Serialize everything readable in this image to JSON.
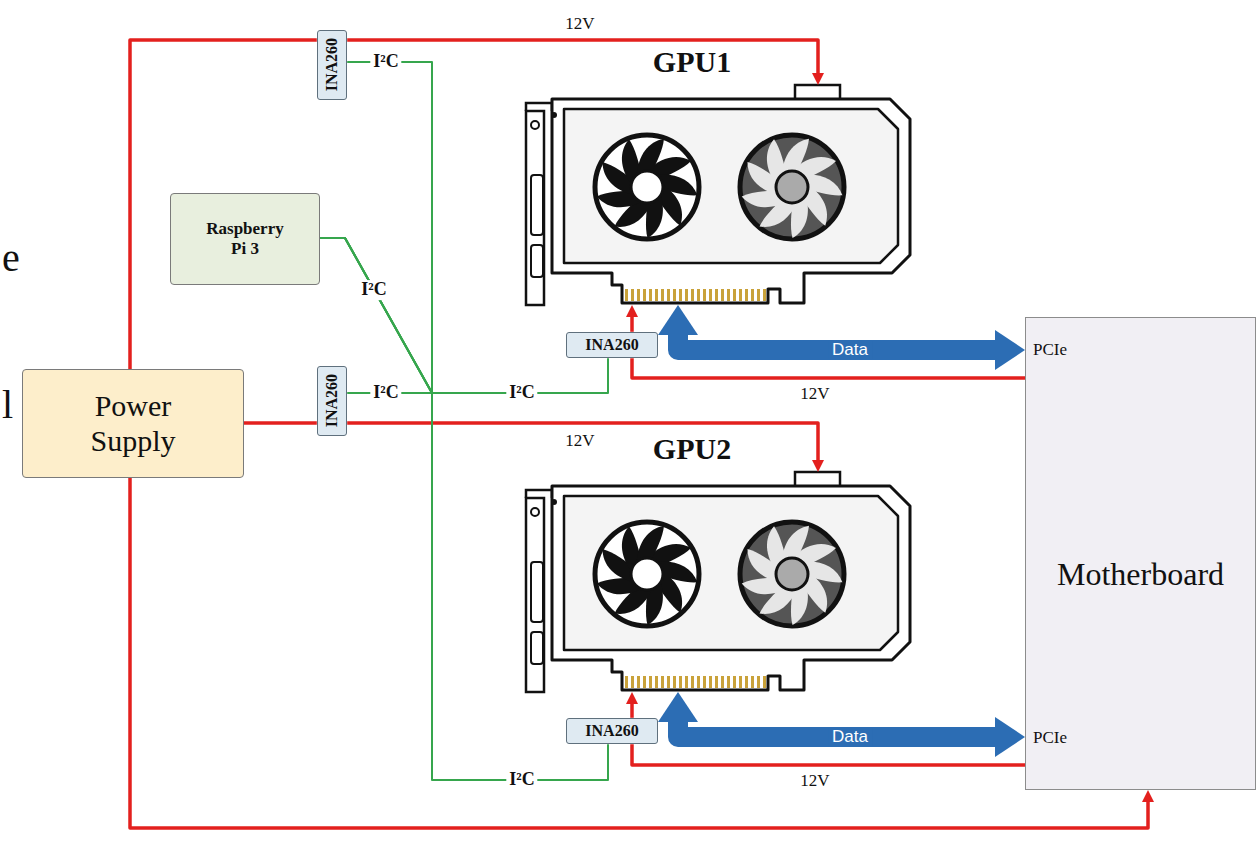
{
  "diagram": {
    "nodes": [
      {
        "text": [
          "Power Supply"
        ]
      },
      {
        "text": [
          "Raspberry Pi 3"
        ]
      },
      {
        "text": [
          "INA260"
        ]
      },
      {
        "text": [
          "GPU1"
        ]
      },
      {
        "text": [
          "INA260"
        ]
      },
      {
        "text": [
          "INA260"
        ]
      },
      {
        "text": [
          "GPU2"
        ]
      },
      {
        "text": [
          "INA260"
        ]
      },
      {
        "text": [
          "PCIe",
          "Motherboard",
          "PCIe"
        ]
      }
    ],
    "edges": [
      {
        "from": 0,
        "to": 2,
        "arrow": "none"
      },
      {
        "from": 2,
        "to": 3,
        "label": "12V",
        "arrow": "to"
      },
      {
        "from": 0,
        "to": 5,
        "arrow": "none"
      },
      {
        "from": 5,
        "to": 6,
        "label": "12V",
        "arrow": "to"
      },
      {
        "from": 0,
        "to": 8,
        "arrow": "to"
      },
      {
        "from": 8,
        "to": 4,
        "label": "12V",
        "arrow": "none"
      },
      {
        "from": 4,
        "to": 3,
        "arrow": "to"
      },
      {
        "from": 8,
        "to": 7,
        "label": "12V",
        "arrow": "none"
      },
      {
        "from": 7,
        "to": 6,
        "arrow": "to"
      },
      {
        "from": 3,
        "to": 8,
        "label": "Data",
        "arrow": "both"
      },
      {
        "from": 6,
        "to": 8,
        "label": "Data",
        "arrow": "both"
      },
      {
        "from": 1,
        "to": 2,
        "label": "I²C",
        "arrow": "none"
      },
      {
        "from": 1,
        "to": 5,
        "label": "I²C",
        "arrow": "none"
      },
      {
        "from": 1,
        "to": 4,
        "label": "I²C",
        "arrow": "none"
      },
      {
        "from": 1,
        "to": 7,
        "label": "I²C",
        "arrow": "none"
      }
    ],
    "labels": [
      "I²C",
      "e",
      "l"
    ]
  }
}
